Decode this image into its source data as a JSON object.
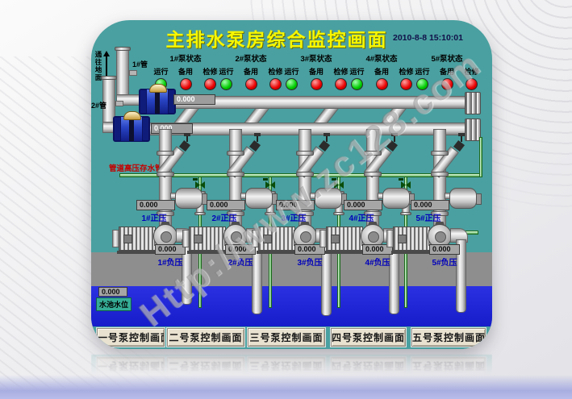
{
  "title": "主排水泵房综合监控画面",
  "timestamp": "2010-8-8 15:10:01",
  "watermark": "Http://www.zc128.com",
  "annotations": {
    "to_surface": "通往地面",
    "pipe1_label": "1#管",
    "pipe2_label": "2#管",
    "storage_pipe_label": "管道高压存水管",
    "flow1_value": "0.000",
    "flow2_value": "0.000",
    "pool_value": "0.000",
    "pool_label": "水池水位"
  },
  "pumps": [
    {
      "status_title": "1#泵状态",
      "lights": [
        {
          "label": "运行",
          "color": "green"
        },
        {
          "label": "备用",
          "color": "red"
        },
        {
          "label": "检修",
          "color": "red"
        }
      ],
      "positive_value": "0.000",
      "positive_label": "1#正压",
      "negative_value": "0.000",
      "negative_label": "1#负压",
      "button_label": "一号泵控制画面"
    },
    {
      "status_title": "2#泵状态",
      "lights": [
        {
          "label": "运行",
          "color": "green"
        },
        {
          "label": "备用",
          "color": "red"
        },
        {
          "label": "检修",
          "color": "red"
        }
      ],
      "positive_value": "0.000",
      "positive_label": "2#正压",
      "negative_value": "0.000",
      "negative_label": "2#负压",
      "button_label": "二号泵控制画面"
    },
    {
      "status_title": "3#泵状态",
      "lights": [
        {
          "label": "运行",
          "color": "green"
        },
        {
          "label": "备用",
          "color": "red"
        },
        {
          "label": "检修",
          "color": "red"
        }
      ],
      "positive_value": "0.000",
      "positive_label": "3#正压",
      "negative_value": "0.000",
      "negative_label": "3#负压",
      "button_label": "三号泵控制画面"
    },
    {
      "status_title": "4#泵状态",
      "lights": [
        {
          "label": "运行",
          "color": "green"
        },
        {
          "label": "备用",
          "color": "red"
        },
        {
          "label": "检修",
          "color": "red"
        }
      ],
      "positive_value": "0.000",
      "positive_label": "4#正压",
      "negative_value": "0.000",
      "negative_label": "4#负压",
      "button_label": "四号泵控制画面"
    },
    {
      "status_title": "5#泵状态",
      "lights": [
        {
          "label": "运行",
          "color": "green"
        },
        {
          "label": "备用",
          "color": "red"
        },
        {
          "label": "检修",
          "color": "red"
        }
      ],
      "positive_value": "0.000",
      "positive_label": "5#正压",
      "negative_value": "0.000",
      "negative_label": "5#负压",
      "button_label": "五号泵控制画面"
    }
  ],
  "colors": {
    "panel_teal": "#4aa0a0",
    "water_blue": "#1c22d8",
    "floor_gray": "#8e8e8e",
    "title_yellow": "#f6f600",
    "running_green": "#00cc00",
    "alarm_red": "#e80000",
    "pipe_green": "#9fdc9f",
    "button_beige": "#e9e2d1",
    "reflection_lavender": "#a9aee1"
  }
}
